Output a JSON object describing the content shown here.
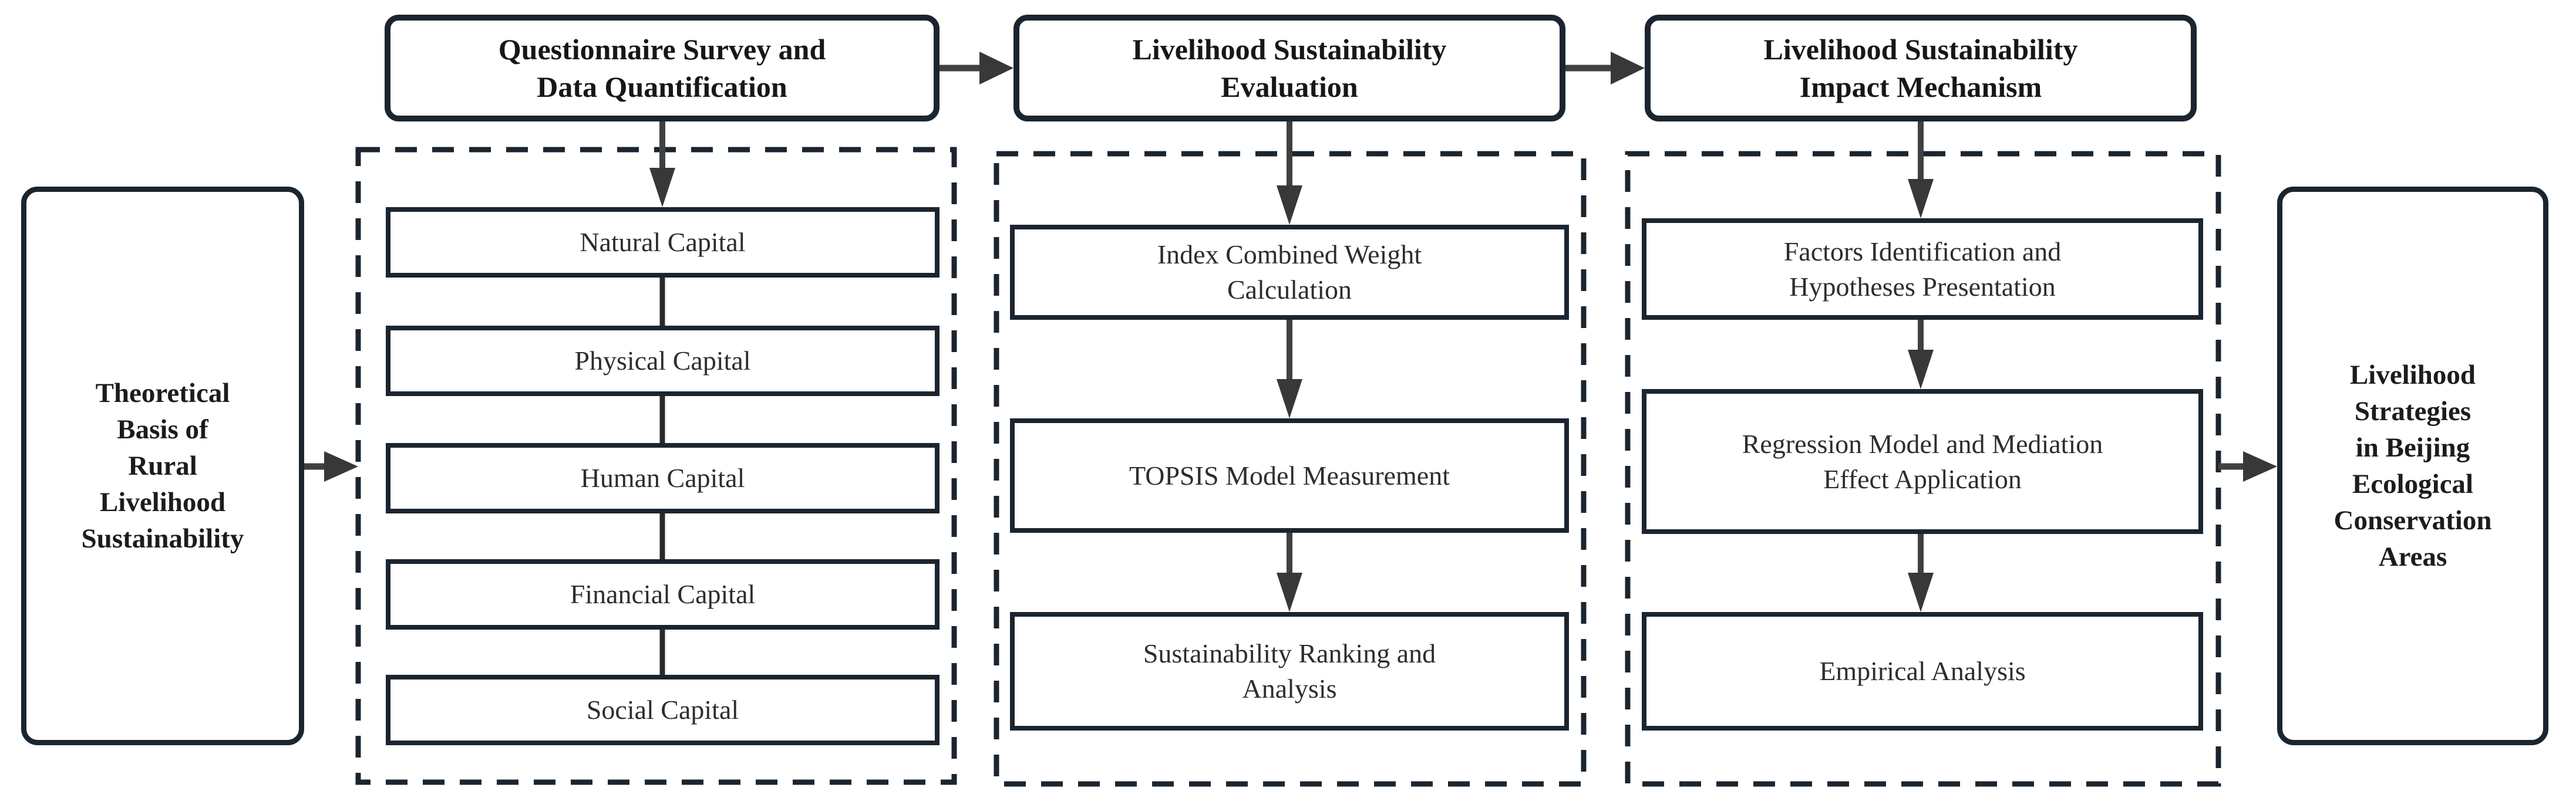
{
  "diagram": {
    "left_box": {
      "label": "Theoretical\nBasis of\nRural\nLivelihood\nSustainability"
    },
    "right_box": {
      "label": "Livelihood\nStrategies\nin Beijing\nEcological\nConservation\nAreas"
    },
    "columns": [
      {
        "header": "Questionnaire Survey and\nData Quantification",
        "items": [
          {
            "label": "Natural Capital"
          },
          {
            "label": "Physical Capital"
          },
          {
            "label": "Human Capital"
          },
          {
            "label": "Financial Capital"
          },
          {
            "label": "Social Capital"
          }
        ]
      },
      {
        "header": "Livelihood Sustainability\nEvaluation",
        "items": [
          {
            "label": "Index Combined Weight\nCalculation"
          },
          {
            "label": "TOPSIS Model Measurement"
          },
          {
            "label": "Sustainability Ranking and\nAnalysis"
          }
        ]
      },
      {
        "header": "Livelihood Sustainability\nImpact Mechanism",
        "items": [
          {
            "label": "Factors Identification and\nHypotheses Presentation"
          },
          {
            "label": "Regression Model and Mediation\nEffect Application"
          },
          {
            "label": "Empirical Analysis"
          }
        ]
      }
    ],
    "colors": {
      "border": "#1b2530",
      "arrow_stem": "#404040",
      "arrow_head": "#383838",
      "header_text": "#171717",
      "item_text": "#2d2d2d",
      "background": "#ffffff"
    }
  }
}
